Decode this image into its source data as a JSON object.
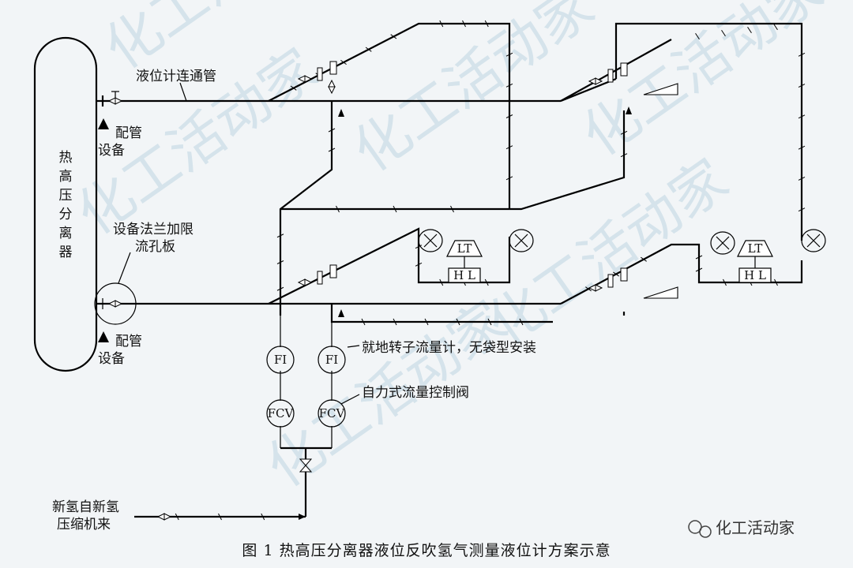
{
  "vessel_label": "热高压分离器",
  "labels": {
    "level_gauge_pipe": "液位计连通管",
    "pipe_fitting_top": "配管",
    "equipment_top": "设备",
    "orifice_label_line1": "设备法兰加限",
    "orifice_label_line2": "流孔板",
    "pipe_fitting_bottom": "配管",
    "equipment_bottom": "设备",
    "rotameter_note": "就地转子流量计，无袋型安装",
    "self_acting_valve": "自力式流量控制阀",
    "hydrogen_source_line1": "新氢自新氢",
    "hydrogen_source_line2": "压缩机来"
  },
  "instruments": {
    "fi_left": "FI",
    "fi_right": "FI",
    "fcv_left": "FCV",
    "fcv_right": "FCV",
    "lt_left": "LT",
    "lt_right": "LT",
    "hl_left": "H L",
    "hl_right": "H L"
  },
  "caption": "图 1    热高压分离器液位反吹氢气测量液位计方案示意",
  "watermark": {
    "logo_text": "化工活动家",
    "repeat_text": "化工活动家"
  },
  "colors": {
    "line": "#000000",
    "background": "#f2f5f7",
    "watermark": "#bfd6e2"
  }
}
